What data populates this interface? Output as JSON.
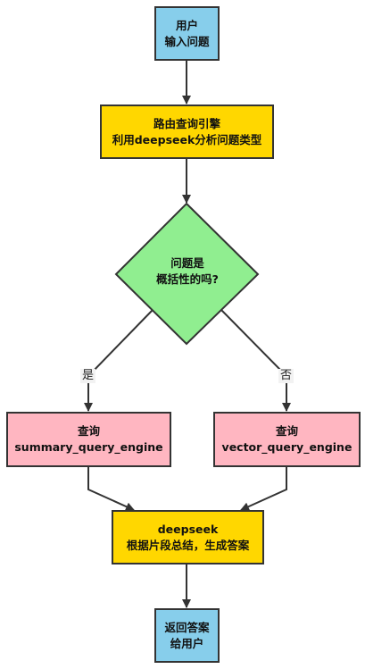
{
  "nodes": {
    "start": [
      "用户",
      "输入问题"
    ],
    "router": [
      "路由查询引擎",
      "利用deepseek分析问题类型"
    ],
    "decision": [
      "问题是",
      "概括性的吗?"
    ],
    "summary": [
      "查询",
      "summary_query_engine"
    ],
    "vector": [
      "查询",
      "vector_query_engine"
    ],
    "deepseek": [
      "deepseek",
      "根据片段总结，生成答案"
    ],
    "end": [
      "返回答案",
      "给用户"
    ]
  },
  "edge_labels": {
    "yes": "是",
    "no": "否"
  },
  "colors": {
    "terminal": "#87ceeb",
    "process": "#ffd700",
    "decision": "#90ee90",
    "engine": "#ffb6c1",
    "stroke": "#333333"
  }
}
